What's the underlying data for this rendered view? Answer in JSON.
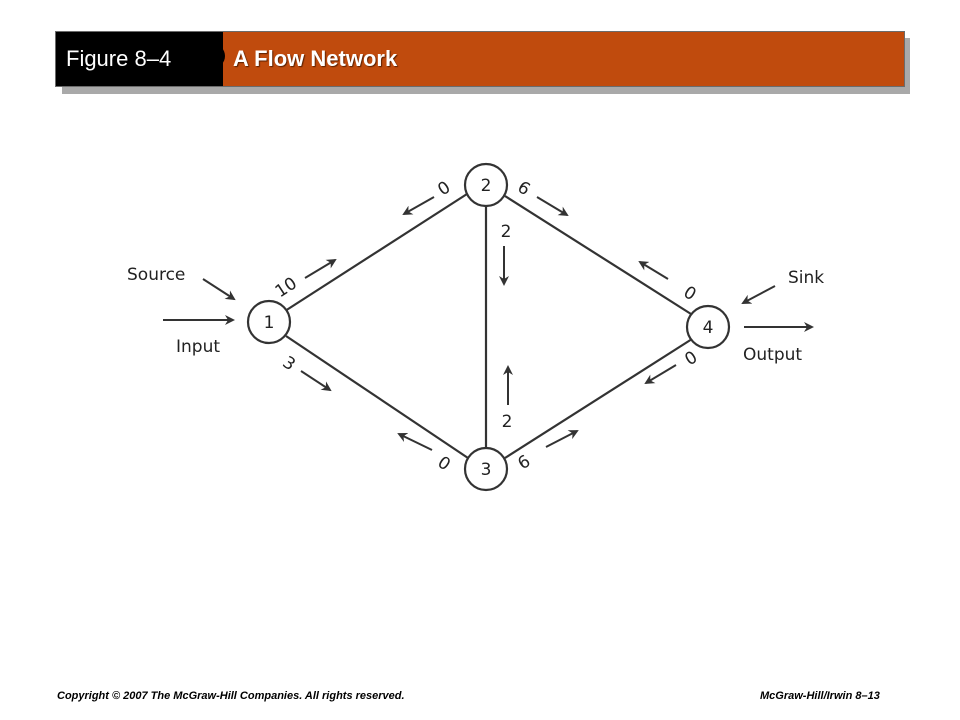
{
  "header": {
    "figure_label": "Figure 8–4",
    "title": "A Flow Network",
    "colors": {
      "figure_bg": "#000000",
      "title_bg": "#c04b0d"
    }
  },
  "diagram": {
    "nodes": [
      "1",
      "2",
      "3",
      "4"
    ],
    "labels": {
      "source": "Source",
      "input": "Input",
      "sink": "Sink",
      "output": "Output"
    },
    "flows": {
      "n1_n2_forward": "10",
      "n2_n1_back": "0",
      "n1_n3_forward": "3",
      "n3_n1_back": "0",
      "n2_n4_forward": "6",
      "n4_n2_back": "0",
      "n3_n4_forward": "6",
      "n4_n3_back": "0",
      "n2_n3_down": "2",
      "n3_n2_up": "2"
    }
  },
  "footer": {
    "copyright": "Copyright © 2007 The McGraw-Hill Companies. All rights reserved.",
    "page": "McGraw-Hill/Irwin  8–13"
  }
}
